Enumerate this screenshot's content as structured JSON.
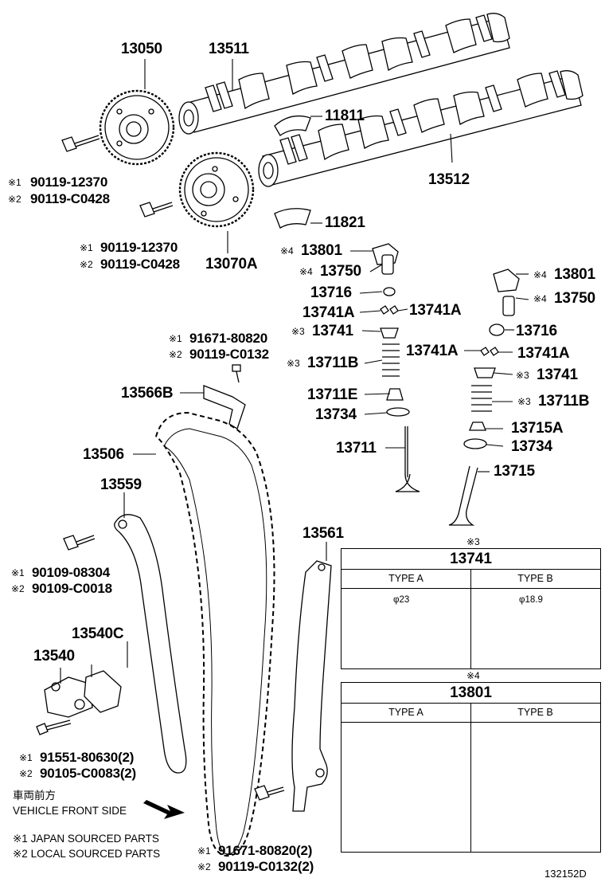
{
  "part_numbers": {
    "p13050": "13050",
    "p13511": "13511",
    "p11811": "11811",
    "p13512": "13512",
    "p11821": "11821",
    "p13070A": "13070A",
    "p13801_l": "13801",
    "p13750_l": "13750",
    "p13716_l": "13716",
    "p13741A_l1": "13741A",
    "p13741A_l2": "13741A",
    "p13741_l": "13741",
    "p13711B_l": "13711B",
    "p13711E": "13711E",
    "p13734_l": "13734",
    "p13711": "13711",
    "p13801_r": "13801",
    "p13750_r": "13750",
    "p13716_r": "13716",
    "p13741A_r1": "13741A",
    "p13741A_r2": "13741A",
    "p13741_r": "13741",
    "p13711B_r": "13711B",
    "p13715A": "13715A",
    "p13734_r": "13734",
    "p13715": "13715",
    "p13566B": "13566B",
    "p13506": "13506",
    "p13559": "13559",
    "p13561": "13561",
    "p13540C": "13540C",
    "p13540": "13540"
  },
  "prefixes": {
    "mark1": "※1",
    "mark2": "※2",
    "mark3": "※3",
    "mark4": "※4"
  },
  "bolts": {
    "b1_a": "90119-12370",
    "b1_b": "90119-C0428",
    "b2_a": "90119-12370",
    "b2_b": "90119-C0428",
    "b3_a": "91671-80820",
    "b3_b": "90119-C0132",
    "b4_a": "90109-08304",
    "b4_b": "90109-C0018",
    "b5_a": "91551-80630(2)",
    "b5_b": "90105-C0083(2)",
    "b6_a": "91671-80820(2)",
    "b6_b": "90119-C0132(2)"
  },
  "legend": {
    "front_jp": "車両前方",
    "front_en": "VEHICLE FRONT SIDE",
    "note1": "※1  JAPAN SOURCED PARTS",
    "note2": "※2  LOCAL SOURCED PARTS"
  },
  "table_13741": {
    "mark": "※3",
    "title": "13741",
    "type_a": "TYPE A",
    "type_b": "TYPE B",
    "dim_a": "φ23",
    "dim_b": "φ18.9"
  },
  "table_13801": {
    "mark": "※4",
    "title": "13801",
    "type_a": "TYPE A",
    "type_b": "TYPE B"
  },
  "drawing_id": "132152D"
}
